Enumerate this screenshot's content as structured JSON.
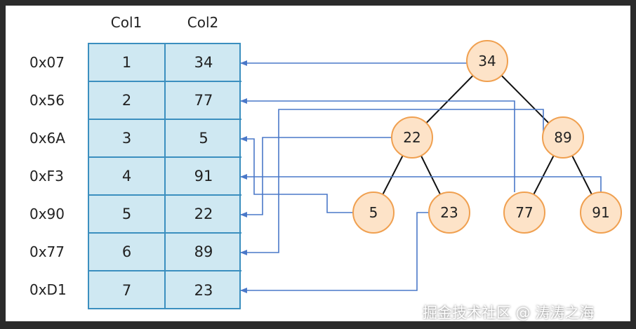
{
  "table": {
    "columns": [
      "Col1",
      "Col2"
    ],
    "rows": [
      {
        "address": "0x07",
        "col1": "1",
        "col2": "34"
      },
      {
        "address": "0x56",
        "col1": "2",
        "col2": "77"
      },
      {
        "address": "0x6A",
        "col1": "3",
        "col2": "5"
      },
      {
        "address": "0xF3",
        "col1": "4",
        "col2": "91"
      },
      {
        "address": "0x90",
        "col1": "5",
        "col2": "22"
      },
      {
        "address": "0x77",
        "col1": "6",
        "col2": "89"
      },
      {
        "address": "0xD1",
        "col1": "7",
        "col2": "23"
      }
    ]
  },
  "tree": {
    "nodes": [
      {
        "id": "n34",
        "label": "34",
        "row": 0
      },
      {
        "id": "n22",
        "label": "22",
        "row": 4
      },
      {
        "id": "n89",
        "label": "89",
        "row": 5
      },
      {
        "id": "n5",
        "label": "5",
        "row": 2
      },
      {
        "id": "n23",
        "label": "23",
        "row": 6
      },
      {
        "id": "n77",
        "label": "77",
        "row": 1
      },
      {
        "id": "n91",
        "label": "91",
        "row": 3
      }
    ],
    "edges": [
      [
        "n34",
        "n22"
      ],
      [
        "n34",
        "n89"
      ],
      [
        "n22",
        "n5"
      ],
      [
        "n22",
        "n23"
      ],
      [
        "n89",
        "n77"
      ],
      [
        "n89",
        "n91"
      ]
    ]
  },
  "colors": {
    "table_fill": "#cfe8f2",
    "table_border": "#3b8fbf",
    "node_fill": "#fde3c8",
    "node_stroke": "#f0a050",
    "arrow": "#4a78c8",
    "edge": "#111111"
  },
  "watermark": "掘金技术社区 @ 涛涛之海"
}
